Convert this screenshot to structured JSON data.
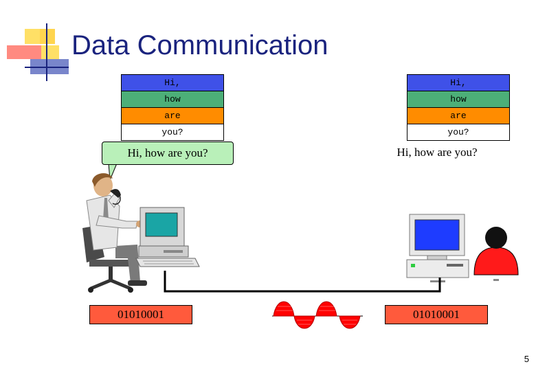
{
  "title": "Data Communication",
  "sender_packet": [
    "Hi,",
    "how",
    "are",
    "you?"
  ],
  "receiver_packet": [
    "Hi,",
    "how",
    "are",
    "you?"
  ],
  "sender_message": "Hi, how are you?",
  "receiver_message": "Hi, how are you?",
  "sender_binary": "01010001",
  "receiver_binary": "01010001",
  "page_number": "5",
  "colors": {
    "title": "#1a237e",
    "packet_row1": "#3f51e8",
    "packet_row2": "#4caf78",
    "packet_row3": "#ff8c00",
    "packet_row4": "#ffffff",
    "bubble": "#b9f0b9",
    "binary": "#ff5a3c",
    "wave": "#ff0000"
  },
  "icons": [
    "title-decoration",
    "person-with-phone-icon",
    "desktop-computer-icon",
    "receiver-computer-icon",
    "receiver-person-icon",
    "analog-wave-icon"
  ]
}
